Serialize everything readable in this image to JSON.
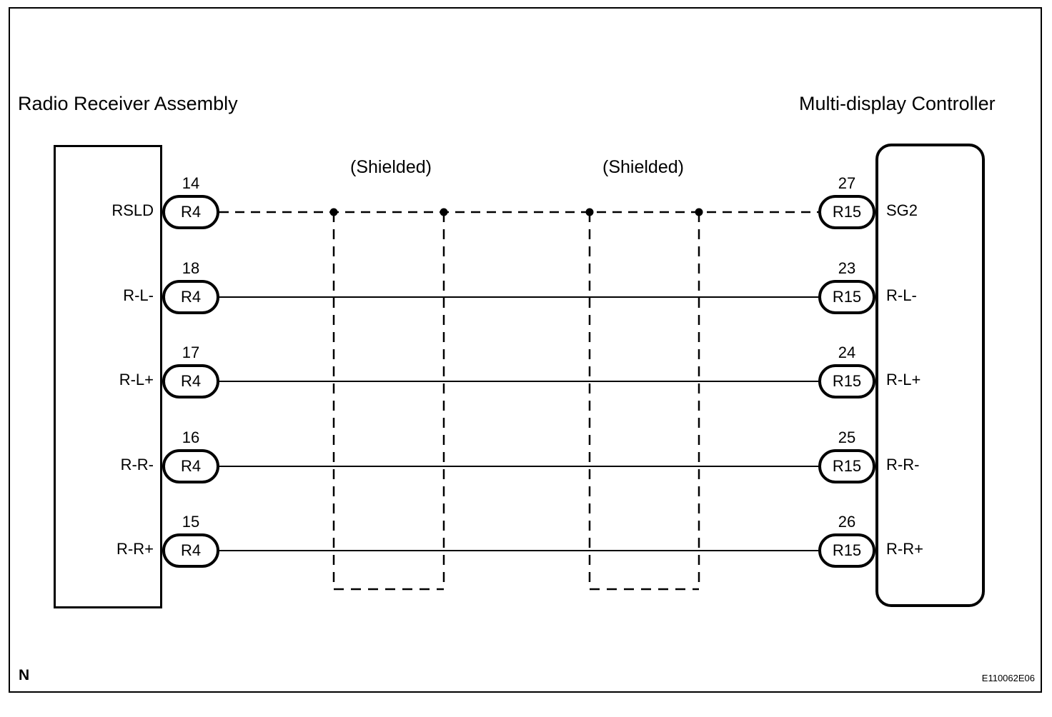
{
  "diagram": {
    "left_component": "Radio Receiver Assembly",
    "right_component": "Multi-display Controller",
    "shield_labels": {
      "first": "(Shielded)",
      "second": "(Shielded)"
    },
    "rows": [
      {
        "left_label": "RSLD",
        "left_pin": "14",
        "left_connector": "R4",
        "right_pin": "27",
        "right_connector": "R15",
        "right_label": "SG2",
        "wire": "dashed"
      },
      {
        "left_label": "R-L-",
        "left_pin": "18",
        "left_connector": "R4",
        "right_pin": "23",
        "right_connector": "R15",
        "right_label": "R-L-",
        "wire": "solid"
      },
      {
        "left_label": "R-L+",
        "left_pin": "17",
        "left_connector": "R4",
        "right_pin": "24",
        "right_connector": "R15",
        "right_label": "R-L+",
        "wire": "solid"
      },
      {
        "left_label": "R-R-",
        "left_pin": "16",
        "left_connector": "R4",
        "right_pin": "25",
        "right_connector": "R15",
        "right_label": "R-R-",
        "wire": "solid"
      },
      {
        "left_label": "R-R+",
        "left_pin": "15",
        "left_connector": "R4",
        "right_pin": "26",
        "right_connector": "R15",
        "right_label": "R-R+",
        "wire": "solid"
      }
    ],
    "footer": {
      "note": "N",
      "code": "E110062E06"
    },
    "colors": {
      "line": "#000000",
      "background": "#ffffff"
    }
  }
}
